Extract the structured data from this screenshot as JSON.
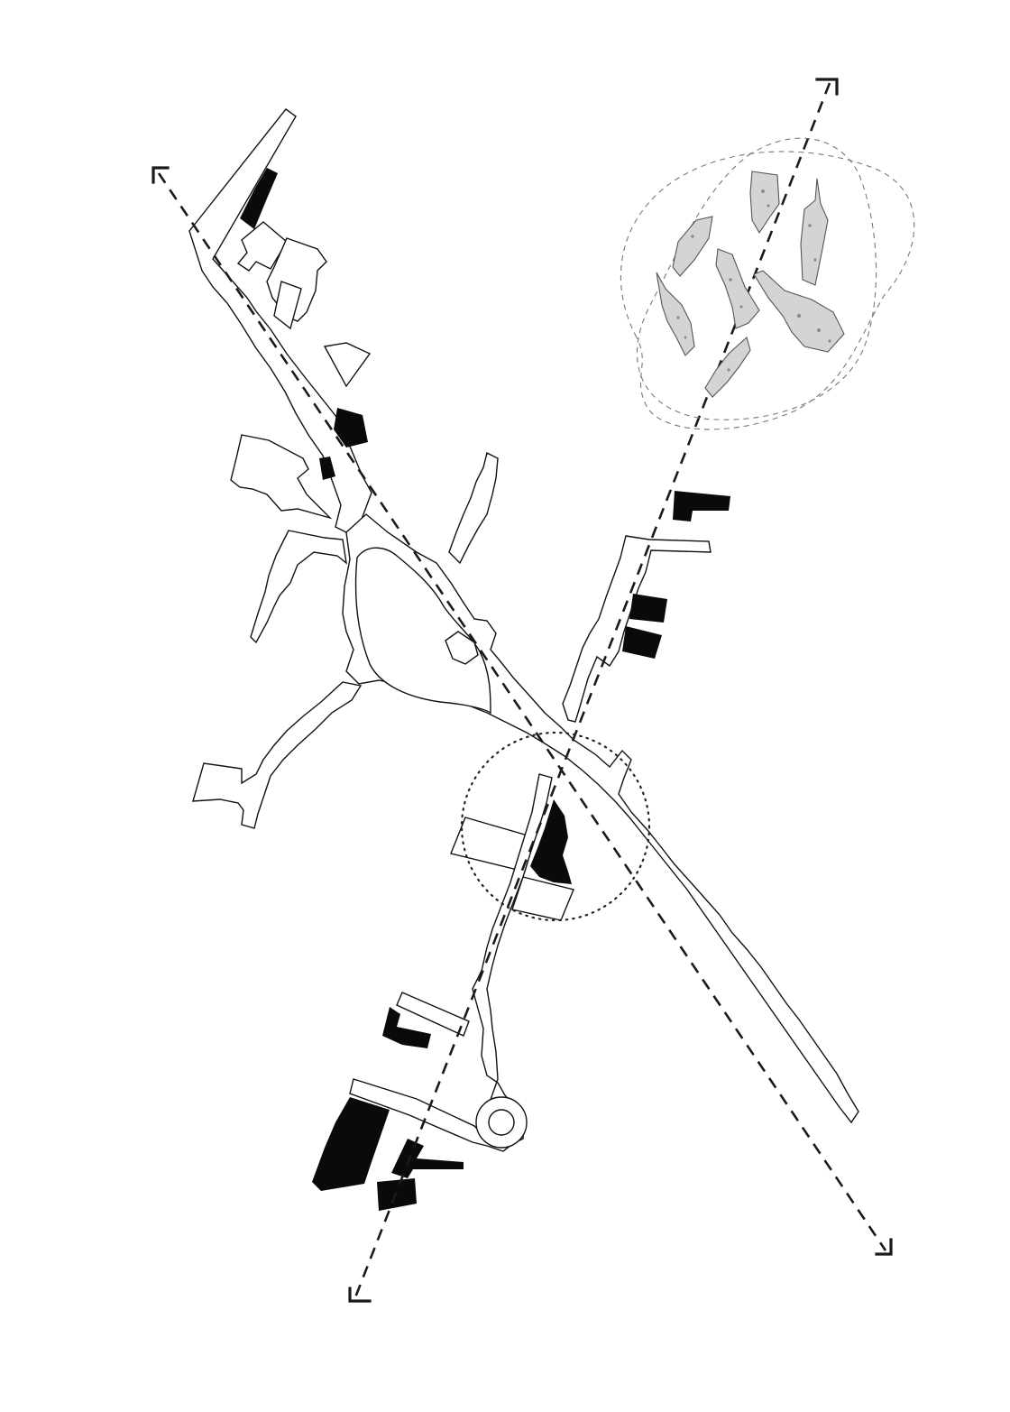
{
  "diagram": {
    "kind": "urban-plan",
    "colors": {
      "background": "#ffffff",
      "outline": "#111111",
      "building_fill": "#0a0a0a",
      "axis": "#1a1a1a",
      "fragment_fill": "#d4d4d4",
      "fragment_texture": "#8a8a8a",
      "cloud_outline": "#777777"
    },
    "axes_count": 2,
    "regions": [
      "street-network",
      "buildings",
      "axes",
      "fragment-cluster",
      "focus-circle"
    ]
  }
}
